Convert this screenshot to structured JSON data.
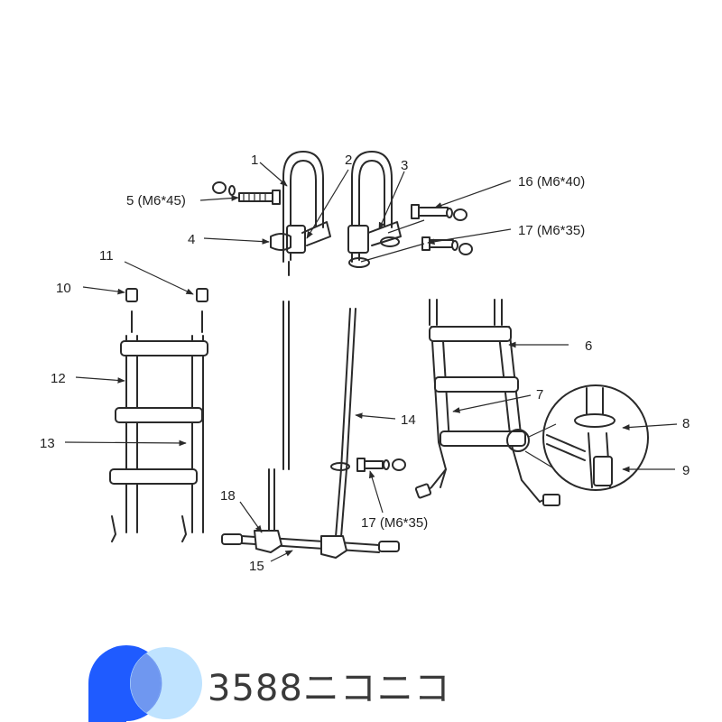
{
  "diagram": {
    "labels": [
      {
        "id": "1",
        "text": "1"
      },
      {
        "id": "2",
        "text": "2"
      },
      {
        "id": "3",
        "text": "3"
      },
      {
        "id": "4",
        "text": "4"
      },
      {
        "id": "5",
        "text": "5 (M6*45)"
      },
      {
        "id": "16",
        "text": "16 (M6*40)"
      },
      {
        "id": "17a",
        "text": "17 (M6*35)"
      },
      {
        "id": "11",
        "text": "11"
      },
      {
        "id": "10",
        "text": "10"
      },
      {
        "id": "12",
        "text": "12"
      },
      {
        "id": "13",
        "text": "13"
      },
      {
        "id": "6",
        "text": "6"
      },
      {
        "id": "7",
        "text": "7"
      },
      {
        "id": "8",
        "text": "8"
      },
      {
        "id": "9",
        "text": "9"
      },
      {
        "id": "14",
        "text": "14"
      },
      {
        "id": "18",
        "text": "18"
      },
      {
        "id": "15",
        "text": "15"
      },
      {
        "id": "17b",
        "text": "17 (M6*35)"
      }
    ]
  },
  "watermark": {
    "text": "3588ニコニコ",
    "colors": {
      "left_circle": "#1f5bff",
      "right_circle": "#bfe3ff",
      "overlap": "#6f97f0"
    }
  }
}
